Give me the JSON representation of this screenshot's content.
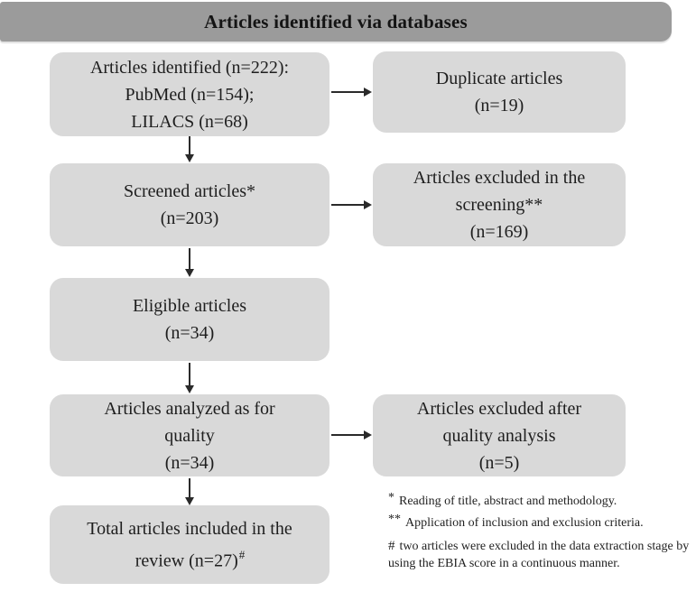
{
  "header": {
    "title": "Articles identified via databases"
  },
  "colors": {
    "header_bg": "#9b9b9b",
    "box_bg": "#d9d9d9",
    "text": "#1c1c1c",
    "arrow": "#2a2a2a",
    "background": "#ffffff"
  },
  "flow": {
    "left": [
      {
        "name": "identified",
        "lines": [
          "Articles identified (n=222):",
          "PubMed (n=154);",
          "LILACS (n=68)"
        ]
      },
      {
        "name": "screened",
        "lines": [
          "Screened articles*",
          "(n=203)"
        ]
      },
      {
        "name": "eligible",
        "lines": [
          "Eligible articles",
          "(n=34)"
        ]
      },
      {
        "name": "analyzed-quality",
        "lines": [
          "Articles analyzed as for",
          "quality",
          "(n=34)"
        ]
      },
      {
        "name": "included",
        "lines": [
          "Total articles included in the",
          "review (n=27)"
        ],
        "superscript": "#"
      }
    ],
    "right": [
      {
        "name": "duplicates",
        "lines": [
          "Duplicate articles",
          "(n=19)"
        ]
      },
      {
        "name": "excluded-screening",
        "lines": [
          "Articles excluded in the",
          "screening**",
          "(n=169)"
        ]
      },
      {
        "name": "excluded-quality",
        "lines": [
          "Articles excluded after",
          "quality analysis",
          "(n=5)"
        ]
      }
    ]
  },
  "footnotes": [
    {
      "marker": "*",
      "text": "Reading of title, abstract and methodology."
    },
    {
      "marker": "**",
      "text": "Application of inclusion and exclusion criteria."
    },
    {
      "marker": "#",
      "text": "two articles were excluded in the data extraction stage by using the EBIA score in a continuous manner."
    }
  ]
}
